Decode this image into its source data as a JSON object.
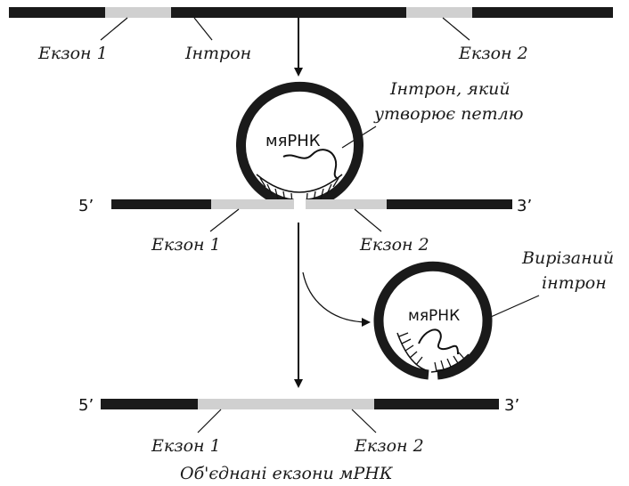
{
  "labels": {
    "exon1_top": "Екзон 1",
    "intron_top": "Інтрон",
    "exon2_top": "Екзон 2",
    "loop_intron_line1": "Інтрон, який",
    "loop_intron_line2": "утворює петлю",
    "loop_circle_text": "мяРНК",
    "exon1_mid": "Екзон 1",
    "exon2_mid": "Екзон 2",
    "excised_line1": "Вирізаний",
    "excised_line2": "інтрон",
    "excised_circle_text": "мяРНК",
    "exon1_bottom": "Екзон 1",
    "exon2_bottom": "Екзон 2",
    "caption": "Об'єднані екзони мРНК",
    "five_prime_mid": "5’",
    "three_prime_mid": "3’",
    "five_prime_bottom": "5’",
    "three_prime_bottom": "3’"
  },
  "colors": {
    "intron": "#1a1a1a",
    "exon": "#d0d0d0",
    "ink": "#111111"
  }
}
